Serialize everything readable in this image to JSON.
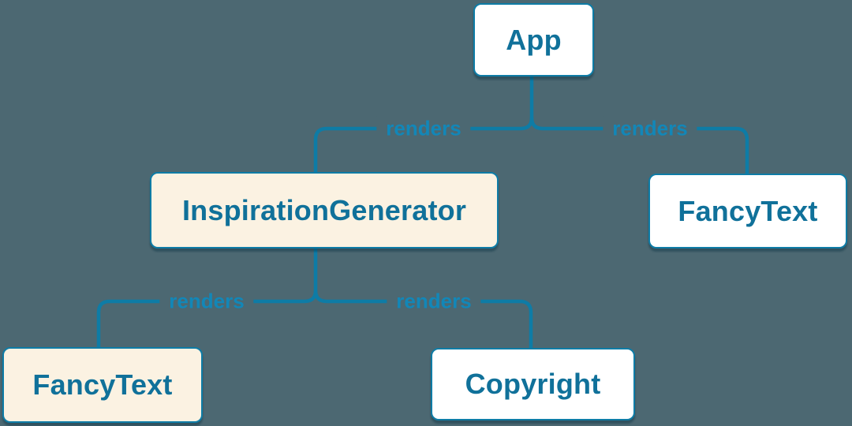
{
  "diagram": {
    "type": "component-render-tree",
    "colors": {
      "background": "#4C6872",
      "line": "#0E7CA6",
      "edge_label_text": "#1287B8",
      "node_text": "#10719A",
      "node_fill_default": "#FFFFFF",
      "node_fill_highlight": "#FBF2E2",
      "node_border": "#0E7CA6"
    },
    "nodes": [
      {
        "id": "app",
        "label": "App",
        "variant": "default"
      },
      {
        "id": "inspiration-generator",
        "label": "InspirationGenerator",
        "variant": "highlight"
      },
      {
        "id": "fancy-text-top",
        "label": "FancyText",
        "variant": "default"
      },
      {
        "id": "fancy-text-bottom",
        "label": "FancyText",
        "variant": "highlight"
      },
      {
        "id": "copyright",
        "label": "Copyright",
        "variant": "default"
      }
    ],
    "edges": [
      {
        "from": "App",
        "to": "InspirationGenerator",
        "label": "renders"
      },
      {
        "from": "App",
        "to": "FancyText",
        "label": "renders"
      },
      {
        "from": "InspirationGenerator",
        "to": "FancyText",
        "label": "renders"
      },
      {
        "from": "InspirationGenerator",
        "to": "Copyright",
        "label": "renders"
      }
    ]
  }
}
